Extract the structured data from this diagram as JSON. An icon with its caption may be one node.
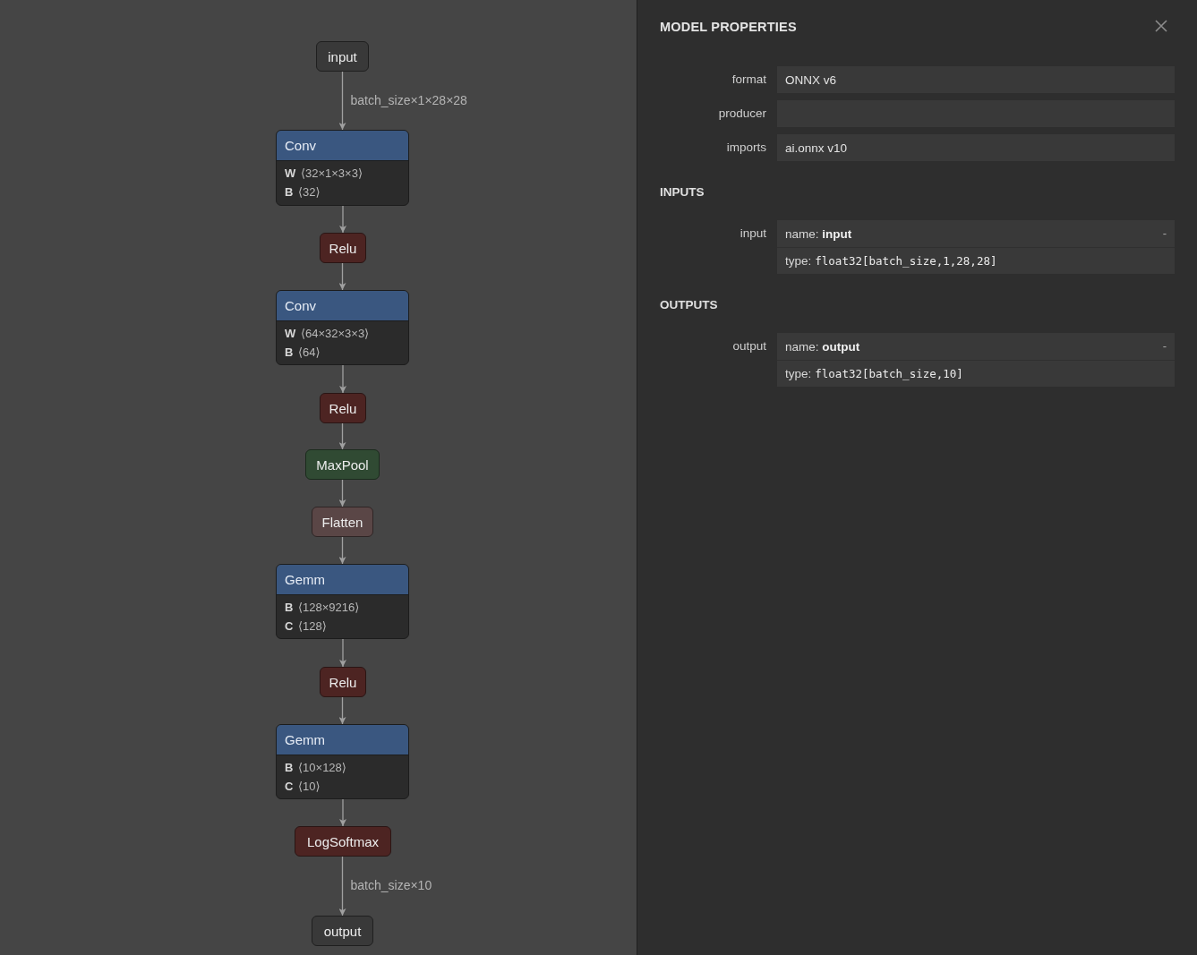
{
  "diagram": {
    "nodes": [
      {
        "text": [
          "input"
        ]
      },
      {
        "text": [
          "Conv",
          "**W** ⟨32×1×3×3⟩",
          "**B** ⟨32⟩"
        ]
      },
      {
        "text": [
          "Relu"
        ]
      },
      {
        "text": [
          "Conv",
          "**W** ⟨64×32×3×3⟩",
          "**B** ⟨64⟩"
        ]
      },
      {
        "text": [
          "Relu"
        ]
      },
      {
        "text": [
          "MaxPool"
        ]
      },
      {
        "text": [
          "Flatten"
        ]
      },
      {
        "text": [
          "Gemm",
          "**B** ⟨128×9216⟩",
          "**C** ⟨128⟩"
        ]
      },
      {
        "text": [
          "Relu"
        ]
      },
      {
        "text": [
          "Gemm",
          "**B** ⟨10×128⟩",
          "**C** ⟨10⟩"
        ]
      },
      {
        "text": [
          "LogSoftmax"
        ]
      },
      {
        "text": [
          "output"
        ]
      }
    ],
    "edges": [
      {
        "from": 0,
        "to": 1,
        "arrow": "to",
        "label": "batch_size×1×28×28"
      },
      {
        "from": 1,
        "to": 2,
        "arrow": "to"
      },
      {
        "from": 2,
        "to": 3,
        "arrow": "to"
      },
      {
        "from": 3,
        "to": 4,
        "arrow": "to"
      },
      {
        "from": 4,
        "to": 5,
        "arrow": "to"
      },
      {
        "from": 5,
        "to": 6,
        "arrow": "to"
      },
      {
        "from": 6,
        "to": 7,
        "arrow": "to"
      },
      {
        "from": 7,
        "to": 8,
        "arrow": "to"
      },
      {
        "from": 8,
        "to": 9,
        "arrow": "to"
      },
      {
        "from": 9,
        "to": 10,
        "arrow": "to"
      },
      {
        "from": 10,
        "to": 11,
        "arrow": "to",
        "label": "batch_size×10"
      }
    ],
    "labels": [
      "MODEL PROPERTIES",
      "format",
      "ONNX v6",
      "producer",
      "imports",
      "ai.onnx v10",
      "INPUTS",
      "input",
      "name: **input**",
      "-",
      "type:",
      "float32[batch_size,1,28,28]",
      "OUTPUTS",
      "output",
      "name: **output**",
      "-",
      "type:",
      "float32[batch_size,10]"
    ]
  }
}
